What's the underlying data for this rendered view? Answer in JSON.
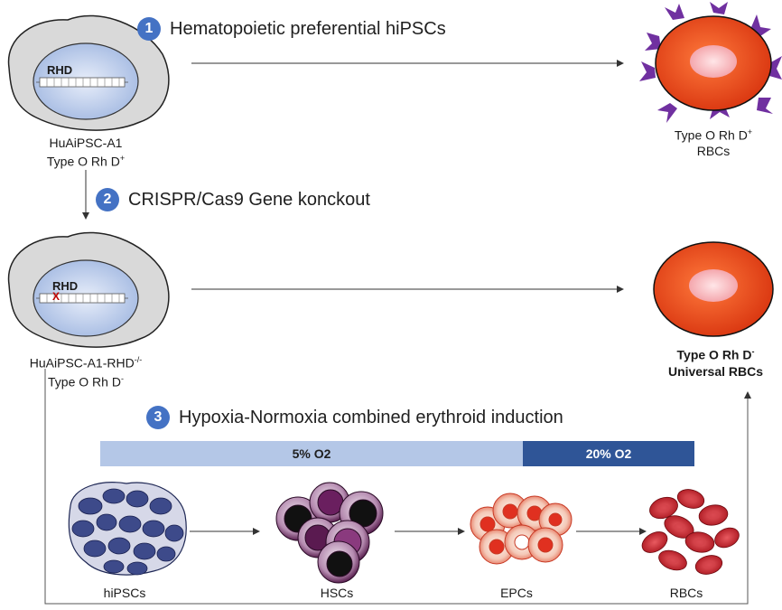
{
  "steps": [
    {
      "number": "1",
      "title": "Hematopoietic preferential hiPSCs"
    },
    {
      "number": "2",
      "title": "CRISPR/Cas9 Gene konckout"
    },
    {
      "number": "3",
      "title": "Hypoxia-Normoxia combined erythroid induction"
    }
  ],
  "cells": {
    "top_cell": {
      "gene": "RHD",
      "name": "HuAiPSC-A1",
      "type_base": "Type O Rh D",
      "type_sup": "+"
    },
    "ko_cell": {
      "gene": "RHD",
      "name_base": "HuAiPSC-A1-RHD",
      "name_sup": "-/-",
      "type_base": "Type O Rh D",
      "type_sup": "-",
      "knockout_mark": "X"
    },
    "rbc_positive": {
      "line1_base": "Type O Rh D",
      "line1_sup": "+",
      "line2": "RBCs"
    },
    "rbc_universal": {
      "line1_base": "Type O Rh D",
      "line1_sup": "-",
      "line2": "Universal RBCs"
    }
  },
  "oxygen_bars": {
    "hypoxia": {
      "label": "5% O2",
      "color": "#b4c7e7"
    },
    "normoxia": {
      "label": "20% O2",
      "color": "#2f5597"
    }
  },
  "stages": [
    "hiPSCs",
    "HSCs",
    "EPCs",
    "RBCs"
  ],
  "colors": {
    "badge": "#4472c4",
    "cell_body": "#d9d9d9",
    "nucleus": "#b4c7e7",
    "rbc_outer": "#e0421a",
    "rbc_center": "#f4a6ab",
    "antigen": "#7030a0",
    "hipsc": "#3d4a8a",
    "hsc": "#7a2c6e",
    "rbc_small": "#c0202a"
  }
}
